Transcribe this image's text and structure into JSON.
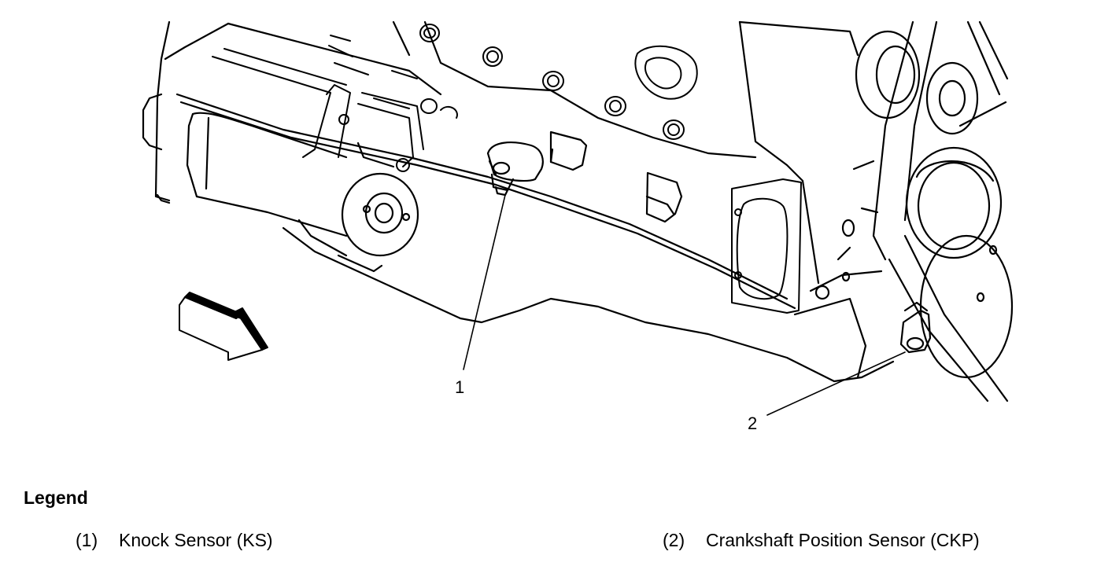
{
  "diagram": {
    "callouts": [
      {
        "id": "1",
        "label": "1"
      },
      {
        "id": "2",
        "label": "2"
      }
    ]
  },
  "legend": {
    "title": "Legend",
    "items": [
      {
        "num": "(1)",
        "text": "Knock Sensor (KS)"
      },
      {
        "num": "(2)",
        "text": "Crankshaft Position Sensor (CKP)"
      }
    ]
  }
}
